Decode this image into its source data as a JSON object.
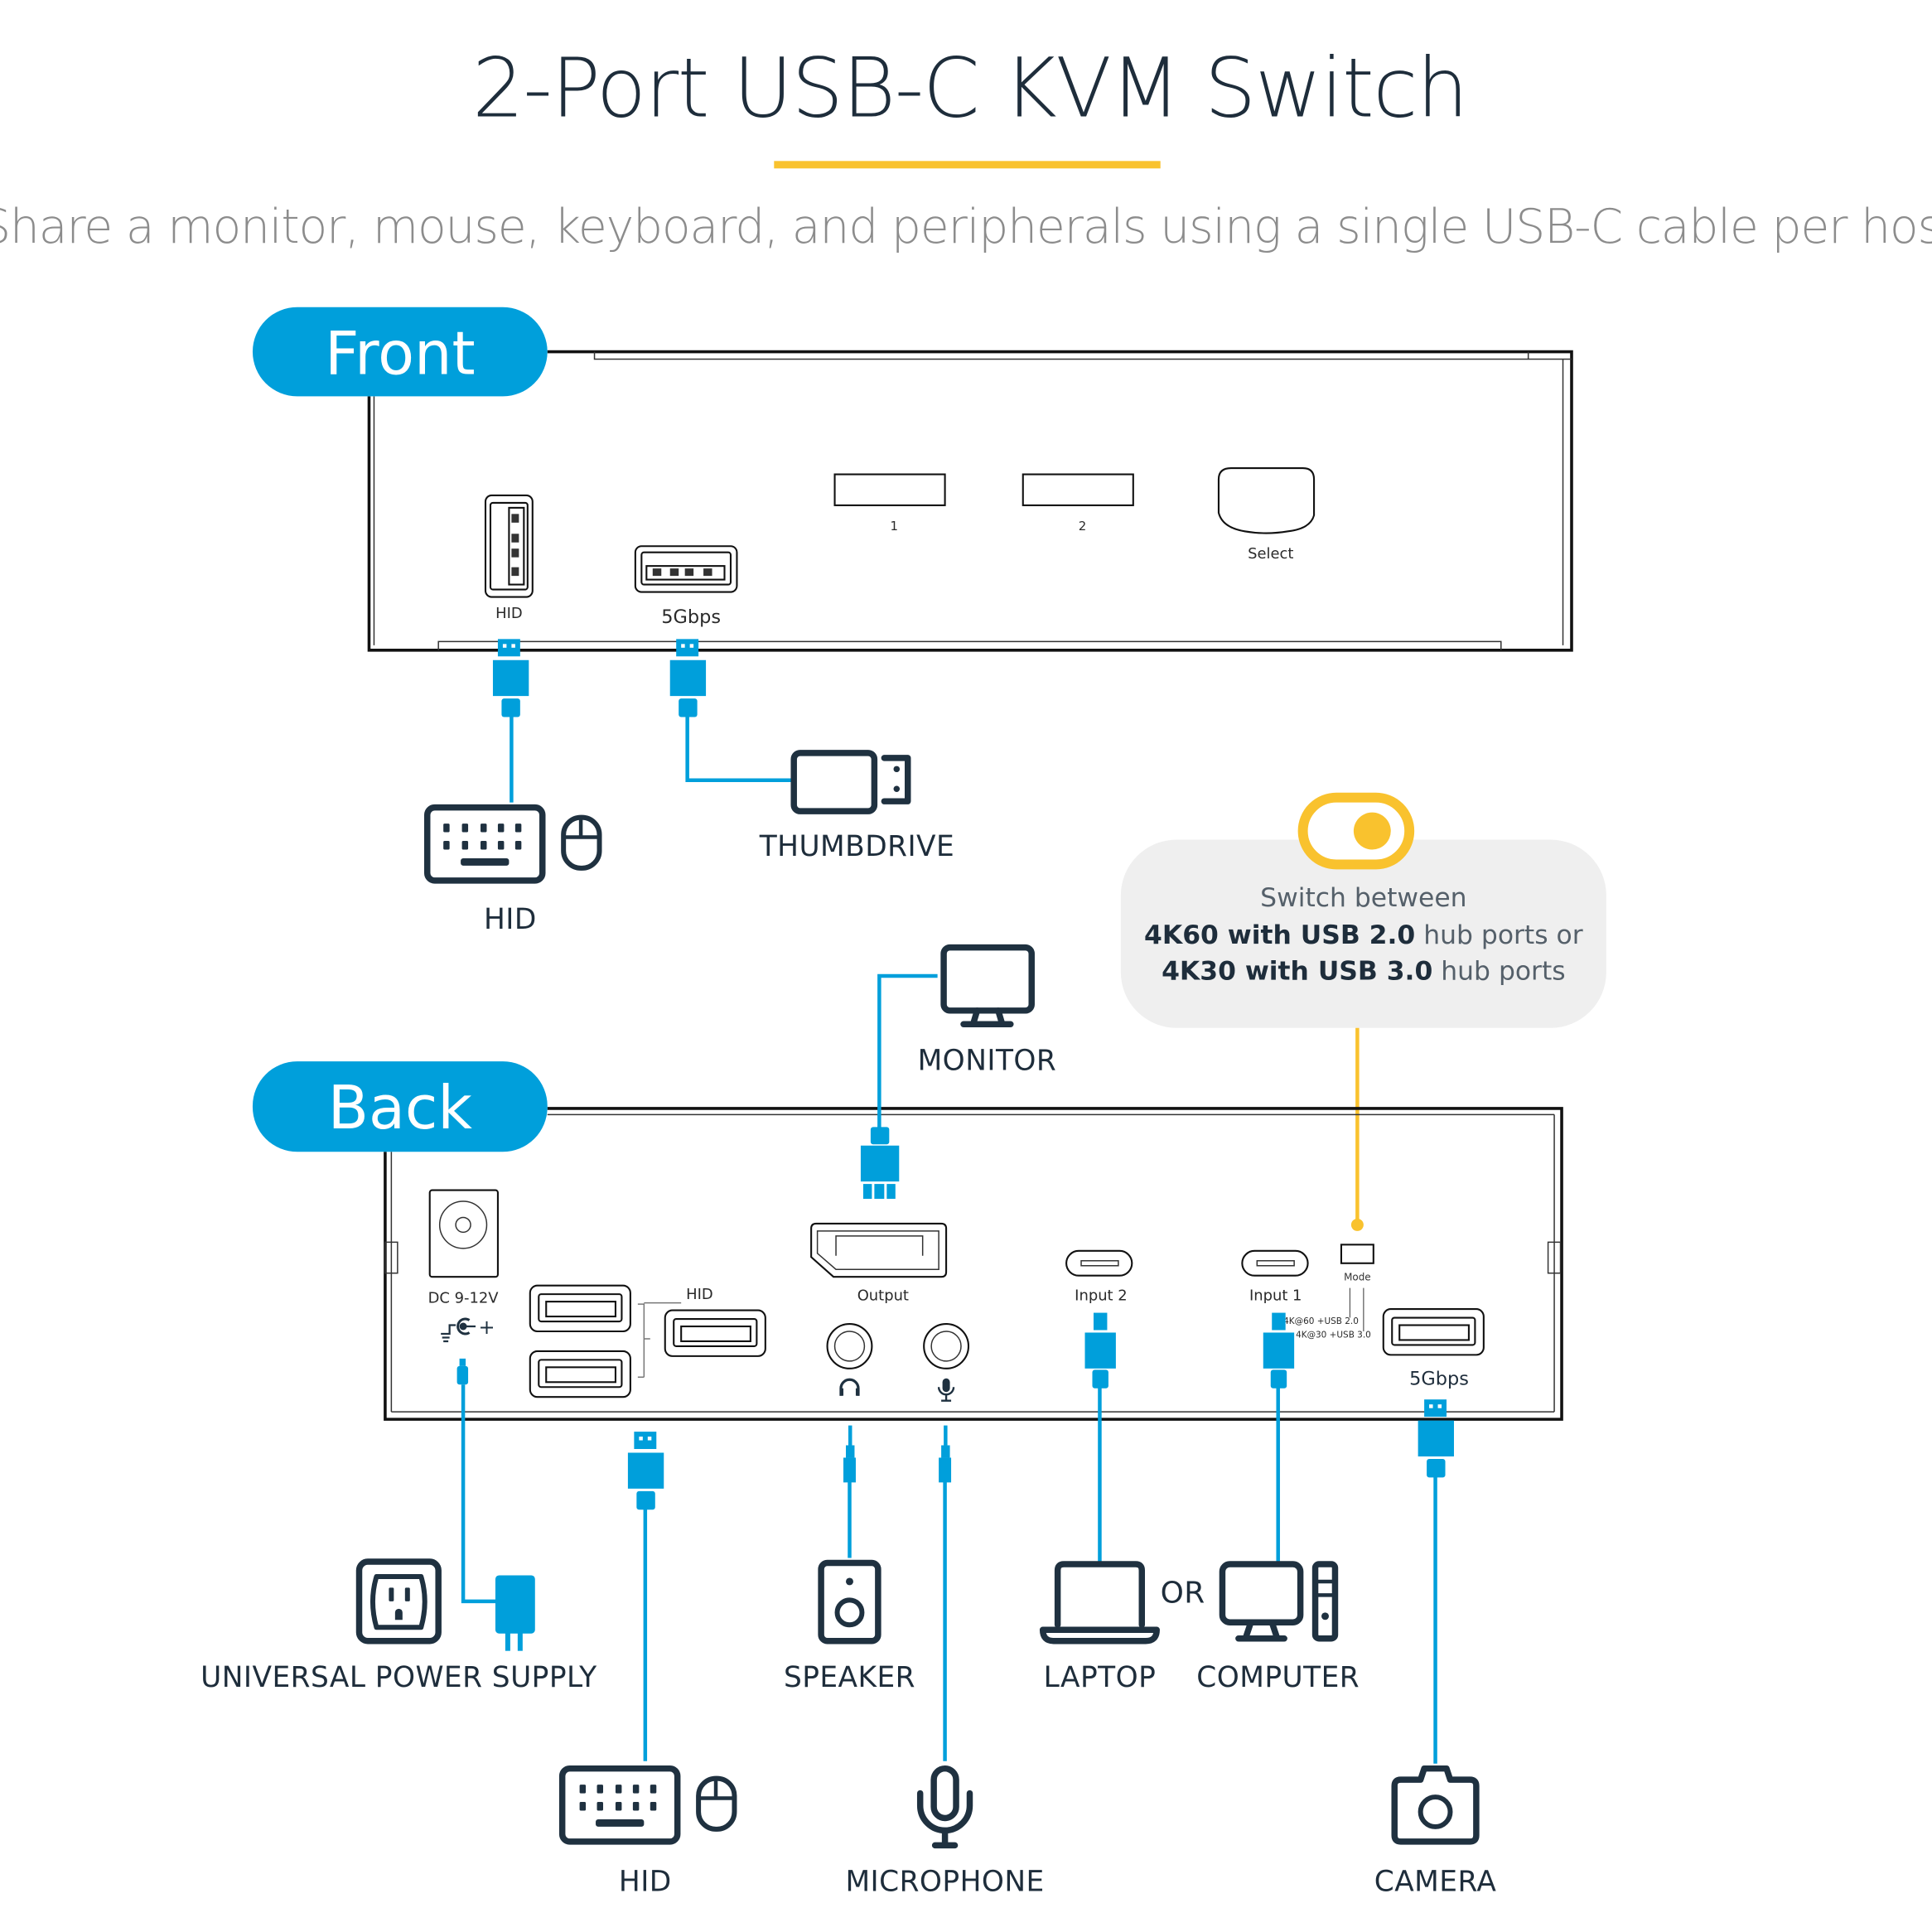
{
  "header": {
    "title": "2-Port USB-C KVM Switch",
    "subtitle": "Share a monitor, mouse, keyboard, and peripherals using a single USB-C cable per host",
    "accent_color": "#f9c22e"
  },
  "colors": {
    "brand_blue": "#009fdb",
    "accent_yellow": "#f9c22e",
    "icon_dark": "#1f3140",
    "bubble_bg": "#efefef"
  },
  "front": {
    "label": "Front",
    "ports": {
      "hid": "HID",
      "usb": "5Gbps",
      "led1": "1",
      "led2": "2",
      "select": "Select"
    },
    "devices": {
      "hid": "HID",
      "thumbdrive": "THUMBDRIVE"
    }
  },
  "mode_callout": {
    "line1": "Switch between",
    "line2_bold": "4K60 with USB 2.0",
    "line2_rest": " hub ports or",
    "line3_bold": "4K30 with USB 3.0",
    "line3_rest": " hub ports"
  },
  "back": {
    "label": "Back",
    "ports": {
      "dc": "DC 9-12V",
      "dc_polarity": "+",
      "hid": "HID",
      "output": "Output",
      "input2": "Input 2",
      "input1": "Input 1",
      "mode": "Mode",
      "mode_opt1": "4K@60 +USB 2.0",
      "mode_opt2": "4K@30 +USB 3.0",
      "usb": "5Gbps"
    },
    "devices": {
      "monitor": "MONITOR",
      "power": "UNIVERSAL POWER SUPPLY",
      "speaker": "SPEAKER",
      "laptop": "LAPTOP",
      "or": "OR",
      "computer": "COMPUTER",
      "hid": "HID",
      "microphone": "MICROPHONE",
      "camera": "CAMERA"
    }
  }
}
